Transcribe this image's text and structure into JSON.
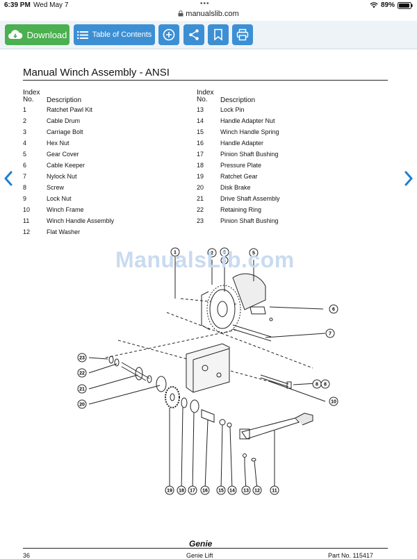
{
  "status_bar": {
    "time": "6:39 PM",
    "date": "Wed May 7",
    "battery": "89%"
  },
  "browser": {
    "url": "manualslib.com"
  },
  "toolbar": {
    "download_label": "Download",
    "toc_label": "Table of Contents"
  },
  "document": {
    "title": "Manual Winch Assembly - ANSI",
    "header_index_line1": "Index",
    "header_index_line2": "No.",
    "header_description": "Description",
    "parts_left": [
      {
        "no": "1",
        "desc": "Ratchet Pawl Kit"
      },
      {
        "no": "2",
        "desc": "Cable Drum"
      },
      {
        "no": "3",
        "desc": "Carriage Bolt"
      },
      {
        "no": "4",
        "desc": "Hex Nut"
      },
      {
        "no": "5",
        "desc": "Gear Cover"
      },
      {
        "no": "6",
        "desc": "Cable Keeper"
      },
      {
        "no": "7",
        "desc": "Nylock Nut"
      },
      {
        "no": "8",
        "desc": "Screw"
      },
      {
        "no": "9",
        "desc": "Lock Nut"
      },
      {
        "no": "10",
        "desc": "Winch Frame"
      },
      {
        "no": "11",
        "desc": "Winch Handle Assembly"
      },
      {
        "no": "12",
        "desc": "Flat Washer"
      }
    ],
    "parts_right": [
      {
        "no": "13",
        "desc": "Lock Pin"
      },
      {
        "no": "14",
        "desc": "Handle Adapter Nut"
      },
      {
        "no": "15",
        "desc": "Winch Handle Spring"
      },
      {
        "no": "16",
        "desc": "Handle Adapter"
      },
      {
        "no": "17",
        "desc": "Pinion Shaft Bushing"
      },
      {
        "no": "18",
        "desc": "Pressure Plate"
      },
      {
        "no": "19",
        "desc": "Ratchet Gear"
      },
      {
        "no": "20",
        "desc": "Disk Brake"
      },
      {
        "no": "21",
        "desc": "Drive Shaft Assembly"
      },
      {
        "no": "22",
        "desc": "Retaining Ring"
      },
      {
        "no": "23",
        "desc": "Pinion Shaft Bushing"
      }
    ],
    "watermark": "ManualsLib.com",
    "footer_logo": "Genie",
    "footer_page": "36",
    "footer_center": "Genie Lift",
    "footer_part": "Part No. 115417"
  },
  "diagram": {
    "callouts": [
      {
        "label": "1"
      },
      {
        "label": "2"
      },
      {
        "label": "3"
      },
      {
        "label": "4"
      },
      {
        "label": "5"
      },
      {
        "label": "6"
      },
      {
        "label": "7"
      },
      {
        "label": "8"
      },
      {
        "label": "8"
      },
      {
        "label": "10"
      },
      {
        "label": "23"
      },
      {
        "label": "22"
      },
      {
        "label": "21"
      },
      {
        "label": "20"
      },
      {
        "label": "19"
      },
      {
        "label": "18"
      },
      {
        "label": "17"
      },
      {
        "label": "16"
      },
      {
        "label": "15"
      },
      {
        "label": "14"
      },
      {
        "label": "13"
      },
      {
        "label": "12"
      },
      {
        "label": "11"
      }
    ]
  }
}
